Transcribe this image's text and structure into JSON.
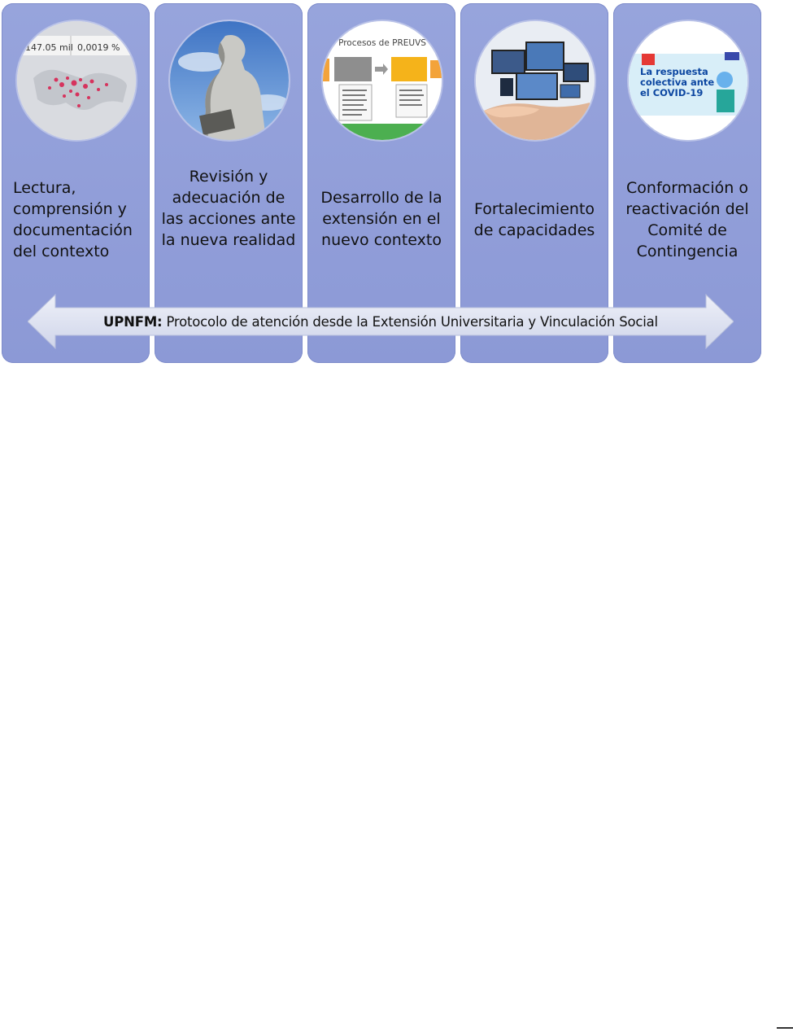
{
  "columns": [
    {
      "label": "Lectura, comprensión y documentación del contexto",
      "thumb": {
        "stat1": "147.05 mil",
        "stat2": "0,0019 %",
        "icon": "world-map-dashboard-icon"
      }
    },
    {
      "label": "Revisión y adecuación de las acciones ante la nueva realidad",
      "thumb": {
        "icon": "statue-icon"
      }
    },
    {
      "label": "Desarrollo de la extensión en el nuevo contexto",
      "thumb": {
        "title": "Procesos de PREUVS",
        "icon": "process-flowchart-icon"
      }
    },
    {
      "label": "Fortalecimiento de capacidades",
      "thumb": {
        "icon": "hand-devices-icon"
      }
    },
    {
      "label": "Conformación o reactivación del Comité de Contingencia",
      "thumb": {
        "title": "La respuesta colectiva ante el COVID-19",
        "icon": "covid-poster-icon"
      }
    }
  ],
  "arrow": {
    "org": "UPNFM:",
    "text": "Protocolo de atención desde la Extensión Universitaria y Vinculación Social"
  },
  "colors": {
    "column": "#8c99d6",
    "arrow": "#dfe3f2"
  }
}
